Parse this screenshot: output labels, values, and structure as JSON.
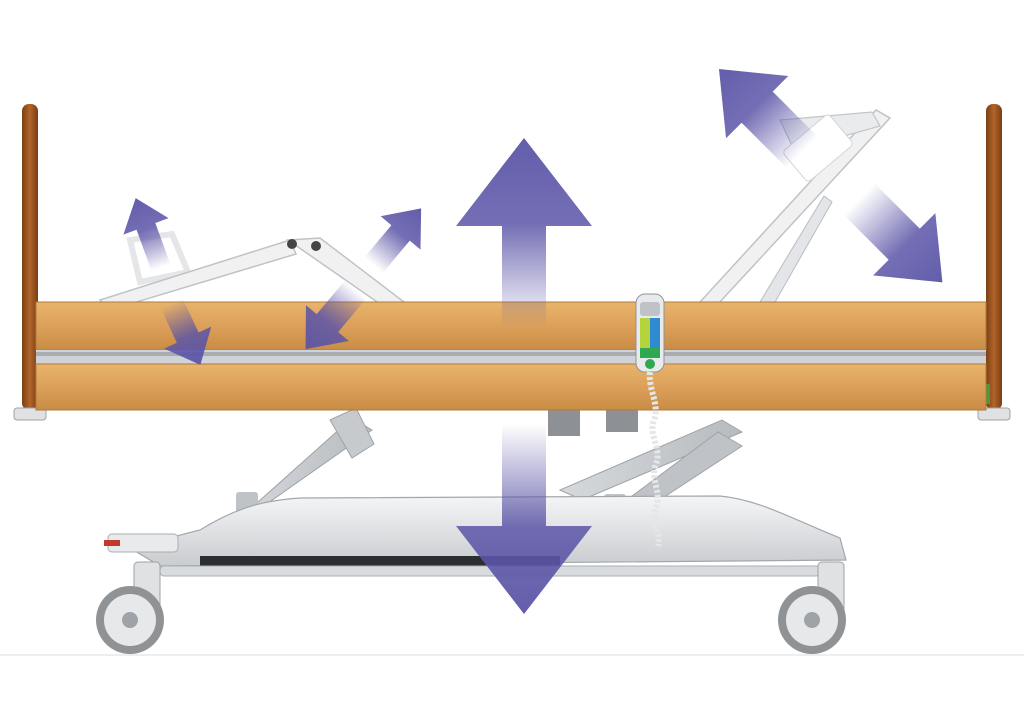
{
  "scene": {
    "subject": "adjustable-hospital-bed",
    "colors": {
      "background": "#ffffff",
      "wood_light": "#e3aa62",
      "wood_mid": "#d1924a",
      "wood_dark": "#b8783a",
      "post_wood": "#9a5420",
      "frame_white": "#f1f1f1",
      "frame_grey": "#cfd2d6",
      "frame_shadow": "#a9adb2",
      "arrow_purple": "#5b55a7",
      "remote_green": "#2fa84f",
      "remote_blue": "#2f8bd0",
      "remote_yellow": "#b5d33a",
      "wheel_grey": "#8f9396"
    },
    "arrows": [
      {
        "name": "leg-section-raise-arrow",
        "direction": "up-left"
      },
      {
        "name": "leg-section-lower-arrow",
        "direction": "down-right"
      },
      {
        "name": "knee-raise-arrow",
        "direction": "up-right"
      },
      {
        "name": "knee-lower-arrow",
        "direction": "down-left"
      },
      {
        "name": "height-up-arrow",
        "direction": "up"
      },
      {
        "name": "height-down-arrow",
        "direction": "down"
      },
      {
        "name": "backrest-raise-arrow",
        "direction": "up-left"
      },
      {
        "name": "backrest-lower-arrow",
        "direction": "down-right"
      }
    ],
    "components": [
      "left-post",
      "right-post",
      "upper-side-rail",
      "lower-side-rail",
      "backrest-frame",
      "leg-frame",
      "scissor-lift",
      "base-chassis",
      "hand-remote",
      "coiled-cord",
      "left-caster",
      "right-caster"
    ]
  }
}
